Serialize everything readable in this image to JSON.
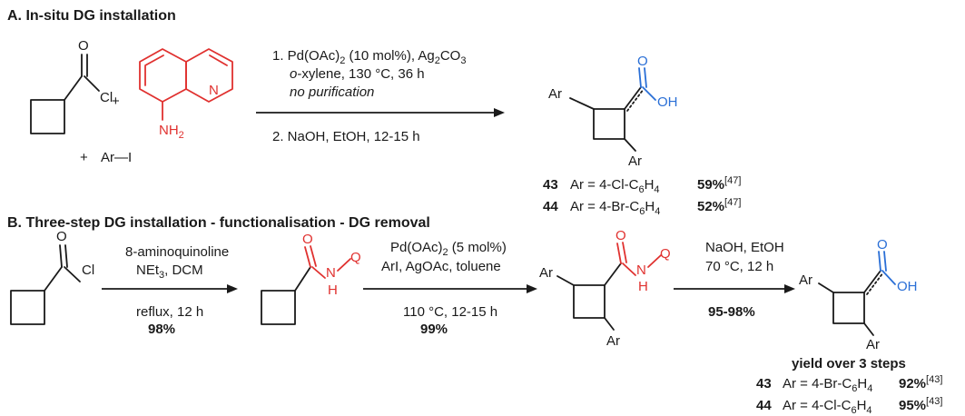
{
  "section_a": {
    "title": "A. In-situ DG installation",
    "step1_line1_prefix": "1. Pd(OAc)",
    "step1_line1_sub": "2",
    "step1_line1_mid": " (10 mol%), Ag",
    "step1_line1_sub2": "2",
    "step1_line1_end": "CO",
    "step1_line1_sub3": "3",
    "step1_line2_italic": "o",
    "step1_line2": "-xylene, 130 °C, 36 h",
    "step1_line3": "no purification",
    "step2": "2. NaOH, EtOH, 12-15 h",
    "plus1": "+",
    "plus2": "+",
    "aryl_iodide": "Ar—I",
    "atom_o": "O",
    "atom_cl": "Cl",
    "amine_n": "N",
    "amine_nh": "NH",
    "amine_nh_sub": "2",
    "product_ar1": "Ar",
    "product_ar2": "Ar",
    "product_o": "O",
    "product_oh": "OH",
    "results": [
      {
        "id": "43",
        "ar_prefix": "Ar = 4-Cl-C",
        "sub1": "6",
        "mid": "H",
        "sub2": "4",
        "yield": "59%",
        "ref": "[47]"
      },
      {
        "id": "44",
        "ar_prefix": "Ar = 4-Br-C",
        "sub1": "6",
        "mid": "H",
        "sub2": "4",
        "yield": "52%",
        "ref": "[47]"
      }
    ]
  },
  "section_b": {
    "title": "B. Three-step DG installation - functionalisation - DG removal",
    "atom_o": "O",
    "atom_cl": "Cl",
    "arrow1_top1": "8-aminoquinoline",
    "arrow1_top2_prefix": "NEt",
    "arrow1_top2_sub": "3",
    "arrow1_top2_end": ", DCM",
    "arrow1_bottom1": "reflux, 12 h",
    "arrow1_bottom2": "98%",
    "amide_o": "O",
    "amide_n": "N",
    "amide_q": "Q",
    "amide_h": "H",
    "arrow2_top1_prefix": "Pd(OAc)",
    "arrow2_top1_sub": "2",
    "arrow2_top1_end": " (5 mol%)",
    "arrow2_top2": "ArI, AgOAc, toluene",
    "arrow2_bottom1": "110 °C, 12-15 h",
    "arrow2_bottom2": "99%",
    "int_ar1": "Ar",
    "int_ar2": "Ar",
    "int_o": "O",
    "int_n": "N",
    "int_q": "Q",
    "int_h": "H",
    "arrow3_top1": "NaOH, EtOH",
    "arrow3_top2": "70 °C, 12 h",
    "arrow3_bottom": "95-98%",
    "prod_ar1": "Ar",
    "prod_ar2": "Ar",
    "prod_o": "O",
    "prod_oh": "OH",
    "yield_header": "yield over 3 steps",
    "results": [
      {
        "id": "43",
        "ar_prefix": "Ar = 4-Br-C",
        "sub1": "6",
        "mid": "H",
        "sub2": "4",
        "yield": "92%",
        "ref": "[43]"
      },
      {
        "id": "44",
        "ar_prefix": "Ar = 4-Cl-C",
        "sub1": "6",
        "mid": "H",
        "sub2": "4",
        "yield": "95%",
        "ref": "[43]"
      }
    ]
  },
  "colors": {
    "red": "#e0312f",
    "blue": "#2a6fd6",
    "ink": "#1a1a1a"
  }
}
